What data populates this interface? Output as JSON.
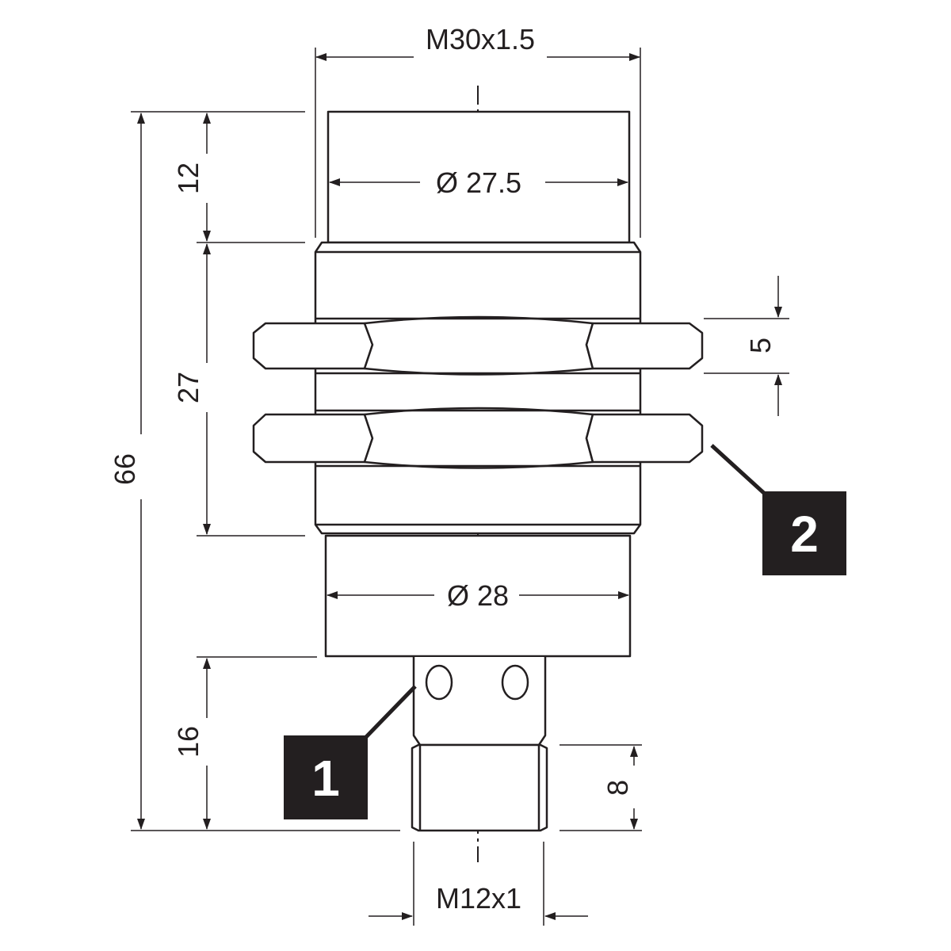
{
  "colors": {
    "line": "#231f20",
    "background": "#ffffff",
    "callout_fill": "#231f20",
    "callout_text": "#ffffff"
  },
  "dimensions": {
    "thread_main": "M30x1.5",
    "front_diameter": "Ø 27.5",
    "body_diameter": "Ø 28",
    "total_length": "66",
    "front_length": "12",
    "thread_length": "27",
    "connector_length": "16",
    "nut_thickness": "5",
    "connector_thread_length": "8",
    "connector_thread": "M12x1"
  },
  "callouts": {
    "led": "1",
    "nut": "2"
  }
}
